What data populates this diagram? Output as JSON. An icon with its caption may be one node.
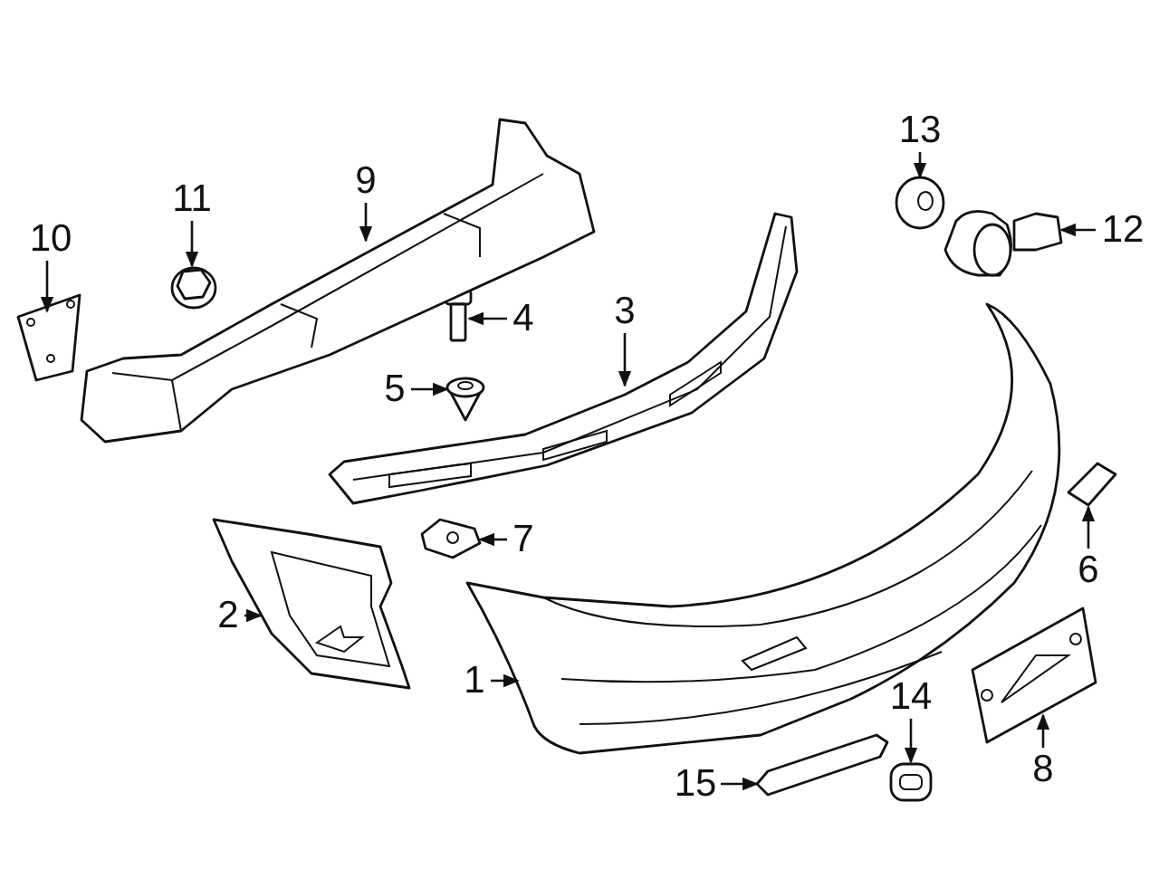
{
  "diagram": {
    "nodes": [
      {
        "text": [
          "1"
        ]
      },
      {
        "text": [
          "2"
        ]
      },
      {
        "text": [
          "3"
        ]
      },
      {
        "text": [
          "4"
        ]
      },
      {
        "text": [
          "5"
        ]
      },
      {
        "text": [
          "6"
        ]
      },
      {
        "text": [
          "7"
        ]
      },
      {
        "text": [
          "8"
        ]
      },
      {
        "text": [
          "9"
        ]
      },
      {
        "text": [
          "10"
        ]
      },
      {
        "text": [
          "11"
        ]
      },
      {
        "text": [
          "12"
        ]
      },
      {
        "text": [
          "13"
        ]
      },
      {
        "text": [
          "14"
        ]
      },
      {
        "text": [
          "15"
        ]
      },
      {
        "text": [],
        "shape": "picture"
      },
      {
        "text": [],
        "shape": "picture"
      },
      {
        "text": [],
        "shape": "picture"
      },
      {
        "text": [],
        "shape": "picture"
      },
      {
        "text": [],
        "shape": "picture"
      },
      {
        "text": [],
        "shape": "picture"
      },
      {
        "text": [],
        "shape": "picture"
      },
      {
        "text": [],
        "shape": "picture"
      },
      {
        "text": [],
        "shape": "picture"
      },
      {
        "text": [],
        "shape": "picture"
      },
      {
        "text": [],
        "shape": "picture"
      },
      {
        "text": [],
        "shape": "picture"
      },
      {
        "text": [],
        "shape": "picture"
      },
      {
        "text": [],
        "shape": "picture"
      },
      {
        "text": [],
        "shape": "picture"
      }
    ],
    "edges": [
      {
        "from": 0,
        "to": 15,
        "arrow": "to"
      },
      {
        "from": 1,
        "to": 16,
        "arrow": "to"
      },
      {
        "from": 2,
        "to": 17,
        "arrow": "to"
      },
      {
        "from": 3,
        "to": 18,
        "arrow": "to"
      },
      {
        "from": 4,
        "to": 19,
        "arrow": "to"
      },
      {
        "from": 5,
        "to": 20,
        "arrow": "to"
      },
      {
        "from": 6,
        "to": 21,
        "arrow": "to"
      },
      {
        "from": 7,
        "to": 22,
        "arrow": "to"
      },
      {
        "from": 8,
        "to": 23,
        "arrow": "to"
      },
      {
        "from": 9,
        "to": 24,
        "arrow": "to"
      },
      {
        "from": 10,
        "to": 25,
        "arrow": "to"
      },
      {
        "from": 11,
        "to": 26,
        "arrow": "to"
      },
      {
        "from": 12,
        "to": 27,
        "arrow": "to"
      },
      {
        "from": 13,
        "to": 28,
        "arrow": "to"
      },
      {
        "from": 14,
        "to": 29,
        "arrow": "to"
      }
    ]
  }
}
